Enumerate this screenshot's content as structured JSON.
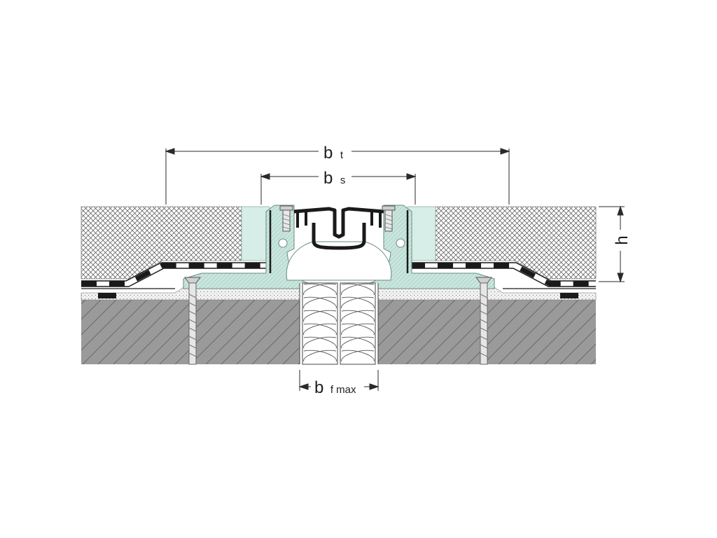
{
  "dimensions": {
    "bt": {
      "main": "b",
      "sub": "t"
    },
    "bs": {
      "main": "b",
      "sub": "s"
    },
    "bfmax": {
      "main": "b",
      "sub": "f max"
    },
    "h": {
      "main": "h"
    }
  },
  "colors": {
    "profile": "#c8e6dd",
    "profile_stroke": "#6a8a80",
    "seal": "#1a1a1a",
    "concrete": "#9a9a9a",
    "screed_cross": "#505050",
    "bedding": "#eeeeee",
    "insulation": "#ffffff",
    "dimension_line": "#2a2a2a"
  }
}
